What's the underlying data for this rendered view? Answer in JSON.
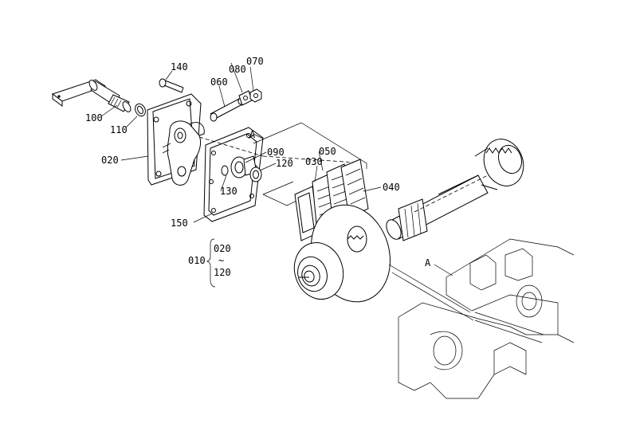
{
  "labels": {
    "p140": "140",
    "p080": "080",
    "p070": "070",
    "p060": "060",
    "p100": "100",
    "p110": "110",
    "p020": "020",
    "refA1": "A",
    "p090": "090",
    "p050": "050",
    "p030": "030",
    "p120": "120",
    "p040": "040",
    "p130": "130",
    "p150": "150",
    "refA2": "A"
  },
  "assembly": {
    "code": "010",
    "from": "020",
    "tilde": "~",
    "to": "120"
  }
}
